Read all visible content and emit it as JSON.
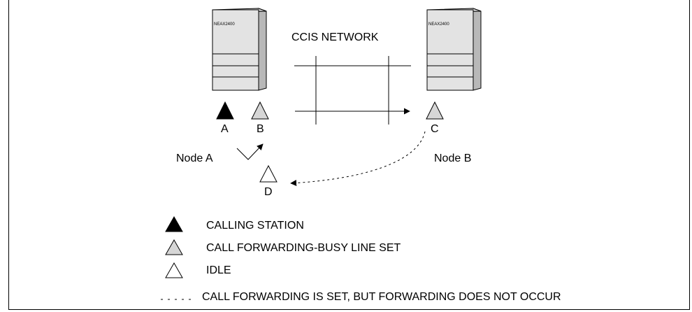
{
  "network_title": "CCIS NETWORK",
  "switches": [
    {
      "label": "NEAX2400"
    },
    {
      "label": "NEAX2400"
    }
  ],
  "stations": [
    {
      "letter": "A",
      "type": "calling",
      "color": "#000000"
    },
    {
      "letter": "B",
      "type": "busy",
      "color": "#d6d6d6"
    },
    {
      "letter": "C",
      "type": "busy",
      "color": "#d6d6d6"
    },
    {
      "letter": "D",
      "type": "idle",
      "color": "#ffffff"
    }
  ],
  "nodes": {
    "a": "Node A",
    "b": "Node B"
  },
  "legend": [
    {
      "symbol": "calling",
      "text": "CALLING STATION"
    },
    {
      "symbol": "busy",
      "text": "CALL FORWARDING-BUSY LINE SET"
    },
    {
      "symbol": "idle",
      "text": "IDLE"
    },
    {
      "symbol": "dashed",
      "text": "CALL FORWARDING IS SET, BUT FORWARDING DOES NOT OCCUR"
    }
  ]
}
